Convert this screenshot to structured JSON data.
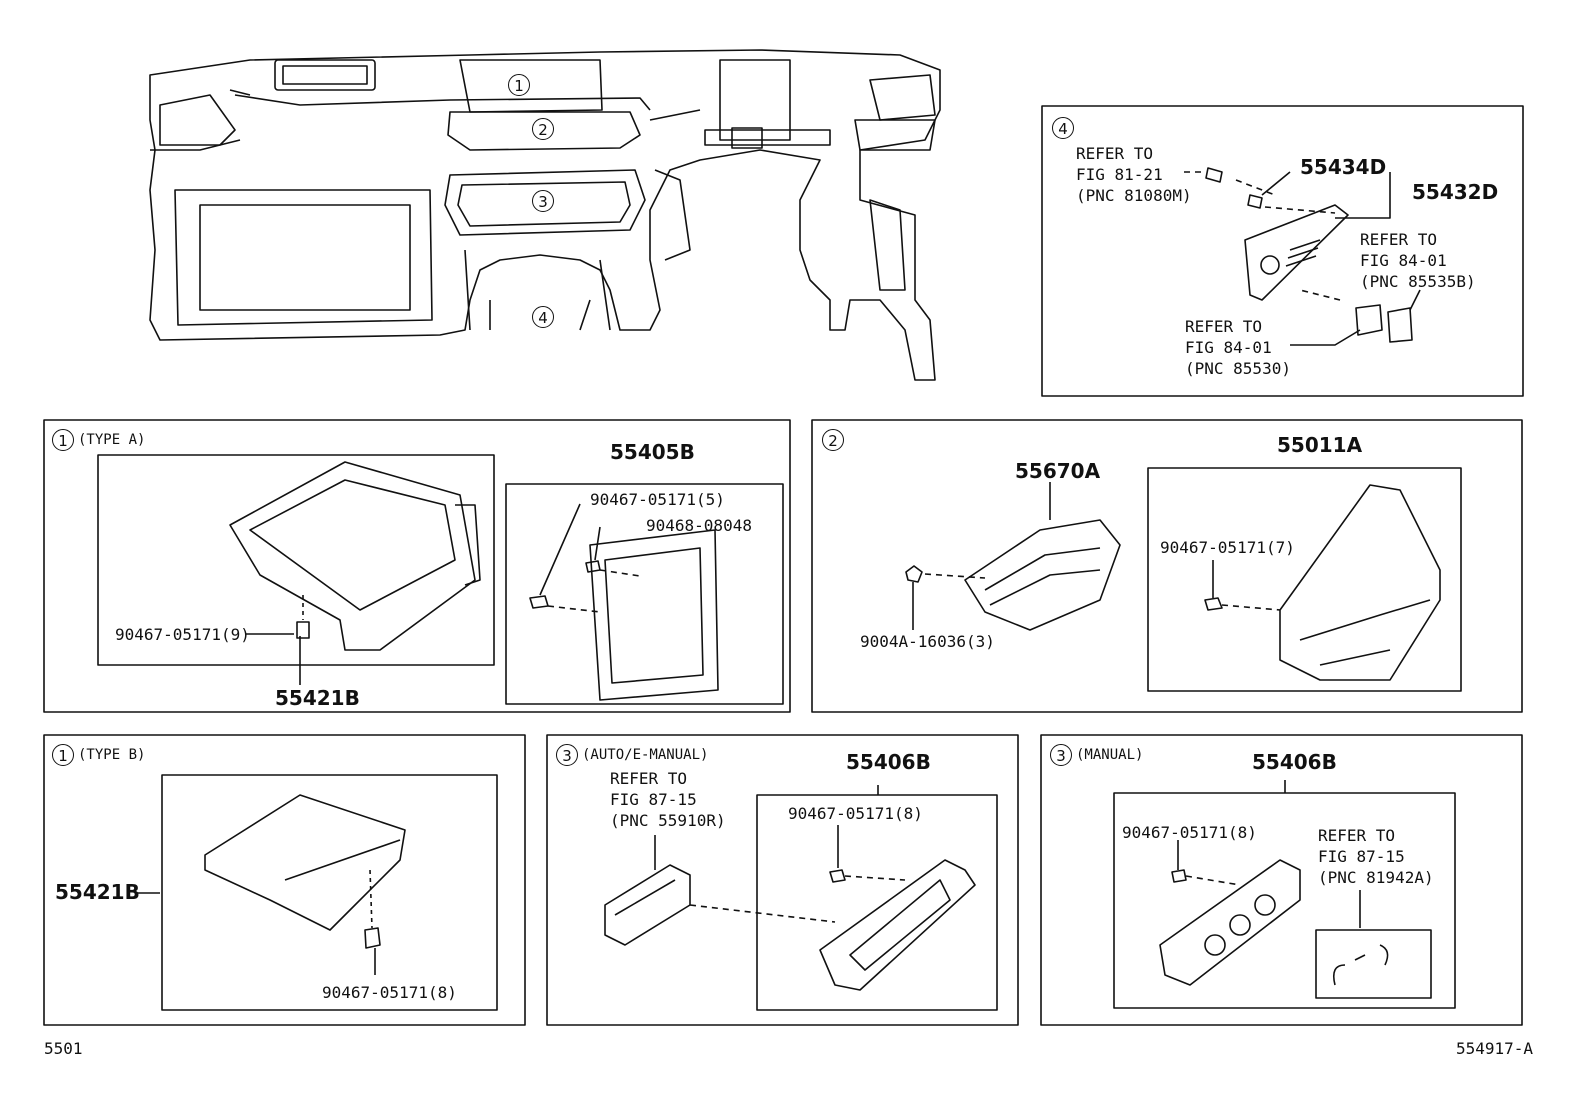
{
  "markers": {
    "one": "1",
    "two": "2",
    "three": "3",
    "four": "4"
  },
  "panels": {
    "p4": {
      "refer1": [
        "REFER TO",
        "FIG 81-21",
        "(PNC 81080M)"
      ],
      "part_a": "55434D",
      "part_b": "55432D",
      "refer2": [
        "REFER TO",
        "FIG 84-01",
        "(PNC 85535B)"
      ],
      "refer3": [
        "REFER TO",
        "FIG 84-01",
        "(PNC 85530)"
      ]
    },
    "p1a": {
      "title": "(TYPE A)",
      "part_main": "55421B",
      "clip": "90467-05171(9)",
      "sub_part": "55405B",
      "clip2": "90467-05171(5)",
      "clip3": "90468-08048"
    },
    "p2": {
      "part_a": "55670A",
      "screw": "9004A-16036(3)",
      "part_b": "55011A",
      "clip": "90467-05171(7)"
    },
    "p1b": {
      "title": "(TYPE B)",
      "part": "55421B",
      "clip": "90467-05171(8)"
    },
    "p3a": {
      "title": "(AUTO/E-MANUAL)",
      "refer": [
        "REFER TO",
        "FIG 87-15",
        "(PNC 55910R)"
      ],
      "part": "55406B",
      "clip": "90467-05171(8)"
    },
    "p3m": {
      "title": "(MANUAL)",
      "part": "55406B",
      "clip": "90467-05171(8)",
      "refer": [
        "REFER TO",
        "FIG 87-15",
        "(PNC 81942A)"
      ]
    }
  },
  "footer": {
    "left": "5501",
    "right": "554917-A"
  }
}
